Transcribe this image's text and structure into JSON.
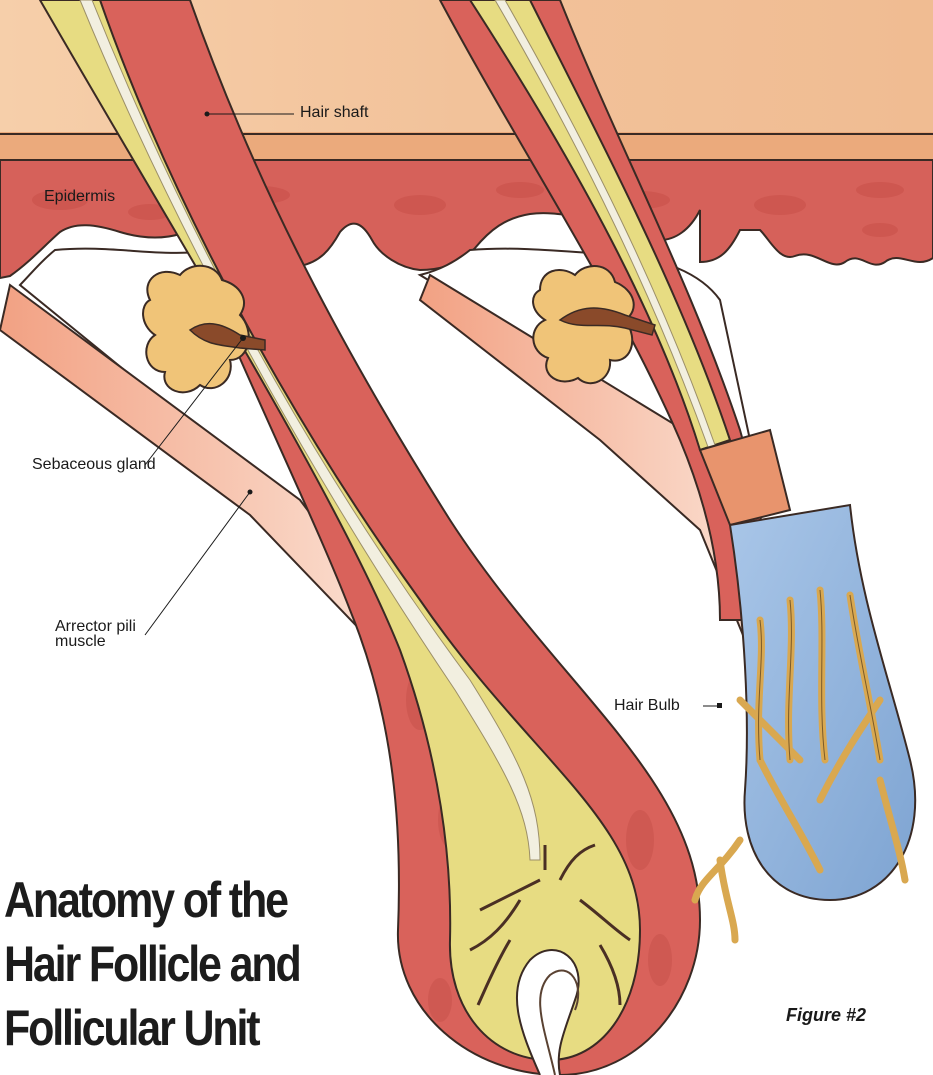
{
  "labels": {
    "hair_shaft": "Hair shaft",
    "epidermis": "Epidermis",
    "sebaceous_gland": "Sebaceous gland",
    "arrector_pili_line1": "Arrector pili",
    "arrector_pili_line2": "muscle",
    "hair_bulb": "Hair Bulb"
  },
  "title": {
    "line1": "Anatomy of the",
    "line2": "Hair Follicle and",
    "line3": "Follicular Unit"
  },
  "figure_label": "Figure #2",
  "colors": {
    "skin_surface": "#f2c49c",
    "epidermis": "#d9655a",
    "dermis_white": "#ffffff",
    "hair_yellow": "#e9de86",
    "hair_core": "#f1eee0",
    "bulb_blue": "#8fb3dc",
    "vessel_gold": "#d9a850",
    "sheath_salmon": "#f09a7c"
  }
}
